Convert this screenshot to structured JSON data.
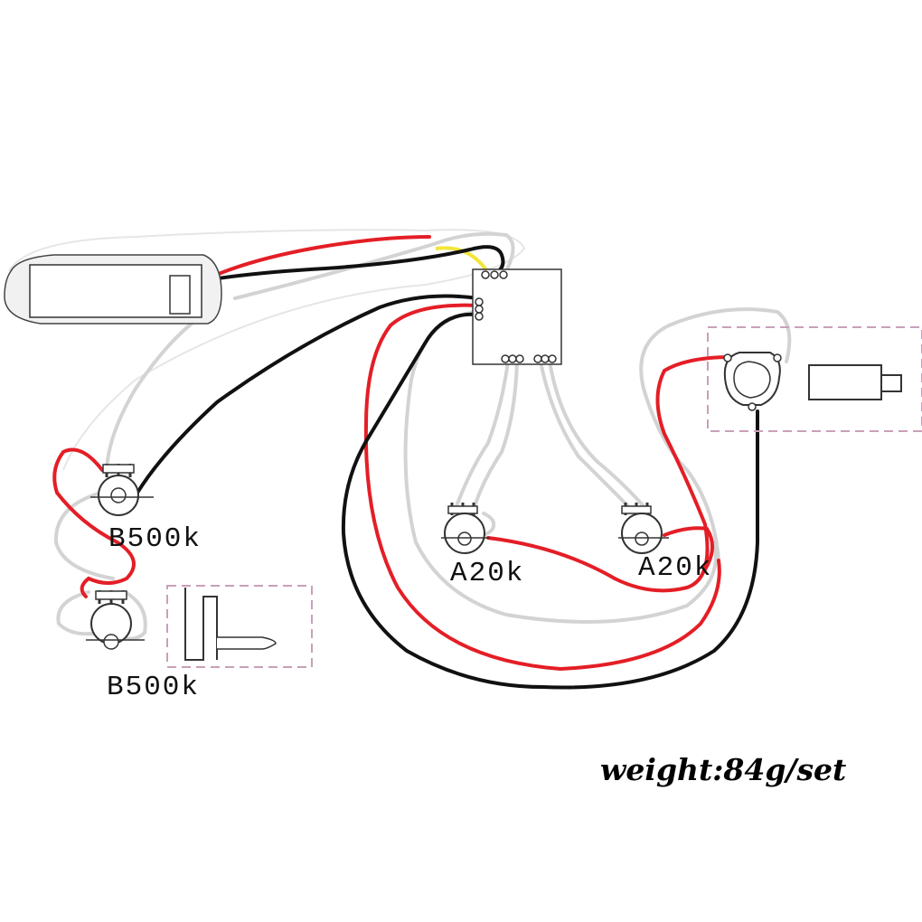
{
  "components": {
    "pickup": "pickup",
    "preamp": "preamp-board",
    "battery_box": "battery-box",
    "output_jack": "output-jack"
  },
  "potentiometers": [
    {
      "label": "B500k"
    },
    {
      "label": "B500k"
    },
    {
      "label": "A20k"
    },
    {
      "label": "A20k"
    }
  ],
  "wire_colors": {
    "red": "#e41e26",
    "black": "#111111",
    "grey": "#d0d0d0",
    "yellow": "#f2e63a",
    "dashed_box": "#c9a0b8"
  },
  "weight_text": "weight:84g/set"
}
